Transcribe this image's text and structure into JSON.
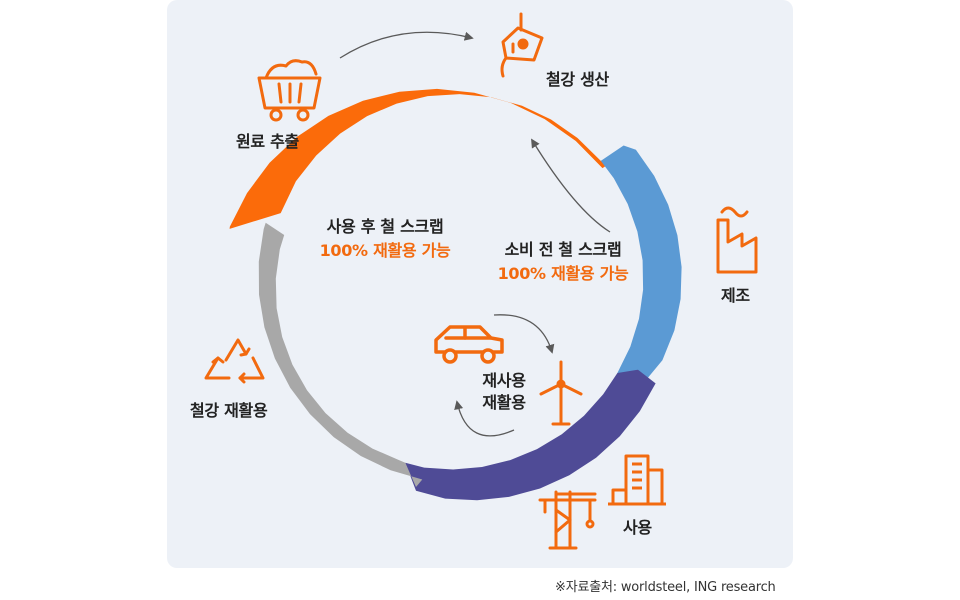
{
  "stages": {
    "extraction": "원료 추출",
    "production": "철강 생산",
    "manufacturing": "제조",
    "use": "사용",
    "recycling": "철강 재활용"
  },
  "inner": {
    "post_title": "사용 후 철 스크랩",
    "post_sub": "100% 재활용 가능",
    "pre_title": "소비 전 철 스크랩",
    "pre_sub": "100% 재활용 가능",
    "reuse_line1": "재사용",
    "reuse_line2": "재활용"
  },
  "source": "※자료출처: worldsteel, ING research",
  "colors": {
    "panel": "#edf1f7",
    "orange": "#fb6b0a",
    "blue": "#5b9ad4",
    "navy": "#4f4b96",
    "gray": "#a8a8a8",
    "icon": "#f26a0f",
    "thin_arrow": "#5a5a5a"
  },
  "icons": [
    "mine-cart-icon",
    "ladle-icon",
    "factory-icon",
    "building-icon",
    "crane-icon",
    "recycle-icon",
    "car-icon",
    "wind-turbine-icon"
  ]
}
